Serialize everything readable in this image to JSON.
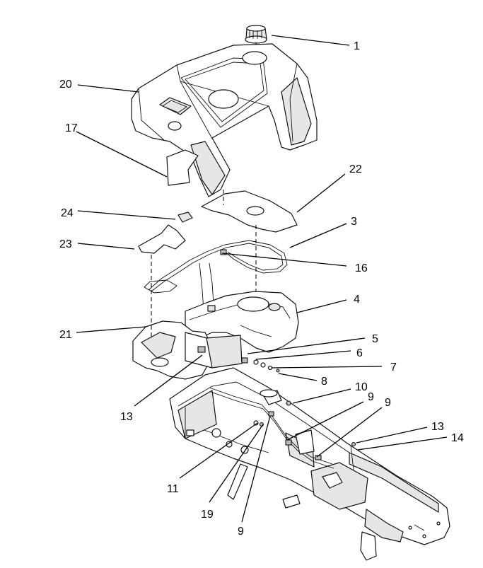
{
  "diagram": {
    "callouts": {
      "c1": "1",
      "c20": "20",
      "c17": "17",
      "c22": "22",
      "c24": "24",
      "c3": "3",
      "c23": "23",
      "c16": "16",
      "c4": "4",
      "c21": "21",
      "c5": "5",
      "c6": "6",
      "c7": "7",
      "c8": "8",
      "c13a": "13",
      "c10": "10",
      "c9a": "9",
      "c9b": "9",
      "c13b": "13",
      "c14": "14",
      "c11": "11",
      "c19": "19",
      "c9c": "9"
    }
  }
}
